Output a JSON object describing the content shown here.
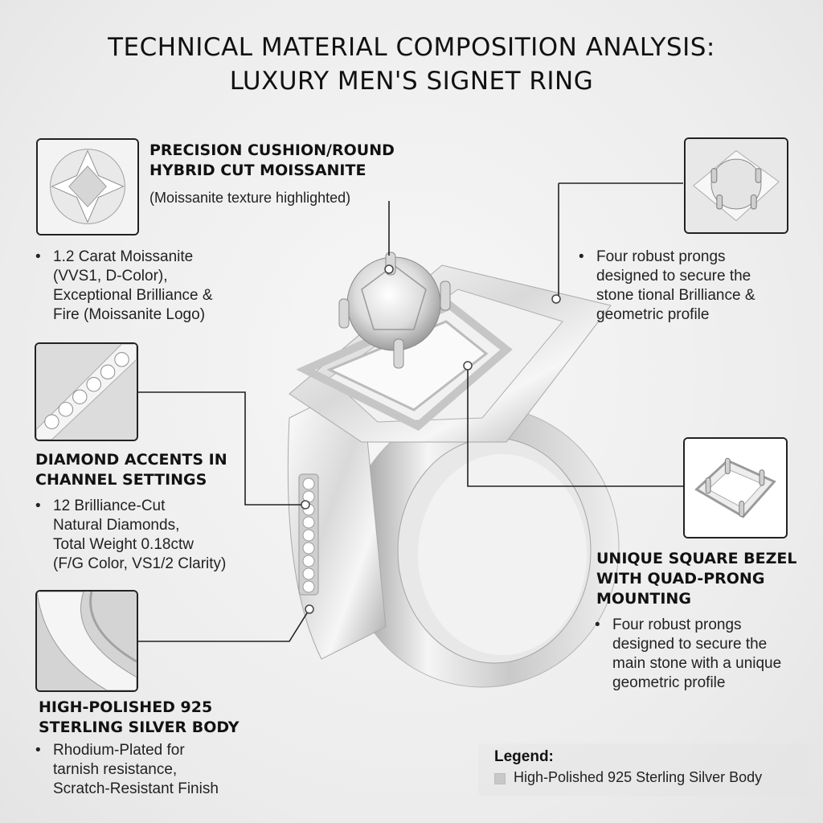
{
  "title": {
    "line1": "TECHNICAL MATERIAL COMPOSITION ANALYSIS:",
    "line2": "LUXURY MEN'S SIGNET RING"
  },
  "callouts": {
    "moissanite": {
      "heading1": "PRECISION CUSHION/ROUND",
      "heading2": "HYBRID CUT MOISSANITE",
      "note": "(Moissanite texture highlighted)",
      "bullet": [
        "1.2 Carat Moissanite",
        "(VVS1, D-Color),",
        "Exceptional Brilliance &",
        "Fire (Moissanite Logo)"
      ]
    },
    "prongs": {
      "bullet": [
        "Four robust prongs",
        "designed to secure the",
        "stone tional Brilliance &",
        "geometric profile"
      ]
    },
    "diamonds": {
      "heading1": "DIAMOND ACCENTS IN",
      "heading2": "CHANNEL SETTINGS",
      "bullet": [
        "12 Brilliance-Cut",
        "Natural Diamonds,",
        "Total Weight 0.18ctw",
        "(F/G Color, VS1/2 Clarity)"
      ]
    },
    "bezel": {
      "heading1": "UNIQUE SQUARE BEZEL",
      "heading2": "WITH QUAD-PRONG",
      "heading3": "MOUNTING",
      "bullet": [
        "Four robust prongs",
        "designed to secure the",
        "main stone with a unique",
        "geometric profile"
      ]
    },
    "silver": {
      "heading1": "HIGH-POLISHED 925",
      "heading2": "STERLING SILVER BODY",
      "bullet": [
        "Rhodium-Plated for",
        "tarnish resistance,",
        "Scratch-Resistant Finish"
      ]
    }
  },
  "legend": {
    "title": "Legend:",
    "item": "High-Polished 925 Sterling Silver Body",
    "swatch_color": "#c8c8c8"
  },
  "icons": {
    "bullet": "•"
  },
  "colors": {
    "line": "#222222",
    "metal_light": "#f4f4f4",
    "metal_dark": "#9a9a9a"
  }
}
